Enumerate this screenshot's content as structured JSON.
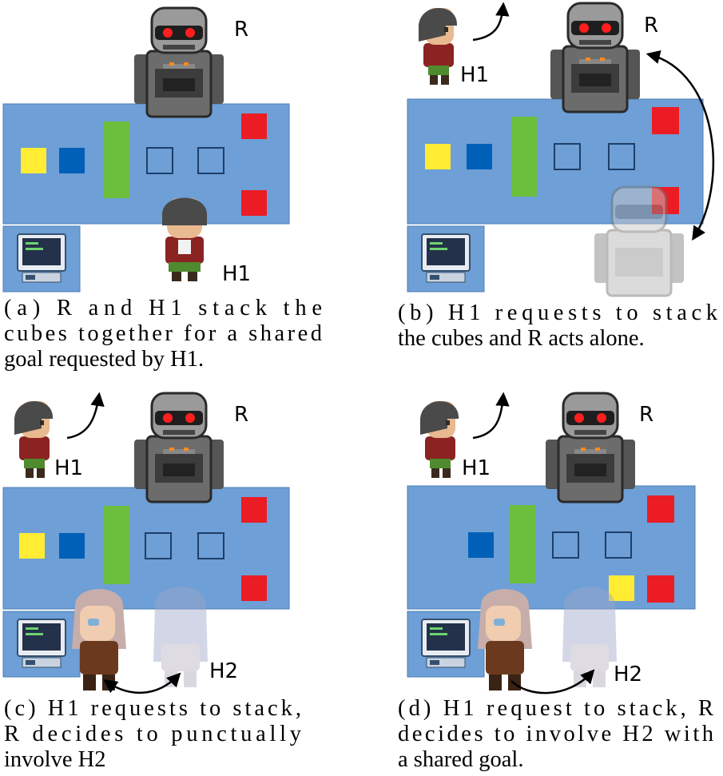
{
  "panels": [
    {
      "id": "a",
      "robot_label": "R",
      "human_labels": [
        "H1"
      ],
      "caption_lines": [
        "(a) R and H1 stack the",
        "cubes together for a shared",
        "goal requested by H1."
      ]
    },
    {
      "id": "b",
      "robot_label": "R",
      "human_labels": [
        "H1"
      ],
      "caption_lines": [
        "(b) H1 requests to stack",
        "the cubes and R acts alone."
      ]
    },
    {
      "id": "c",
      "robot_label": "R",
      "human_labels": [
        "H1",
        "H2"
      ],
      "caption_lines": [
        "(c) H1 requests to stack,",
        "R decides to punctually",
        "involve H2"
      ]
    },
    {
      "id": "d",
      "robot_label": "R",
      "human_labels": [
        "H1",
        "H2"
      ],
      "caption_lines": [
        "(d) H1 request to stack, R",
        "decides to involve H2 with",
        "a shared goal."
      ]
    }
  ],
  "colors": {
    "table": "#6e9fd6",
    "cube_yellow": "#ffec33",
    "cube_blue": "#0060b8",
    "block_green": "#6bbf3c",
    "cube_red": "#ec1c24",
    "computer": "#5f7fa6"
  }
}
